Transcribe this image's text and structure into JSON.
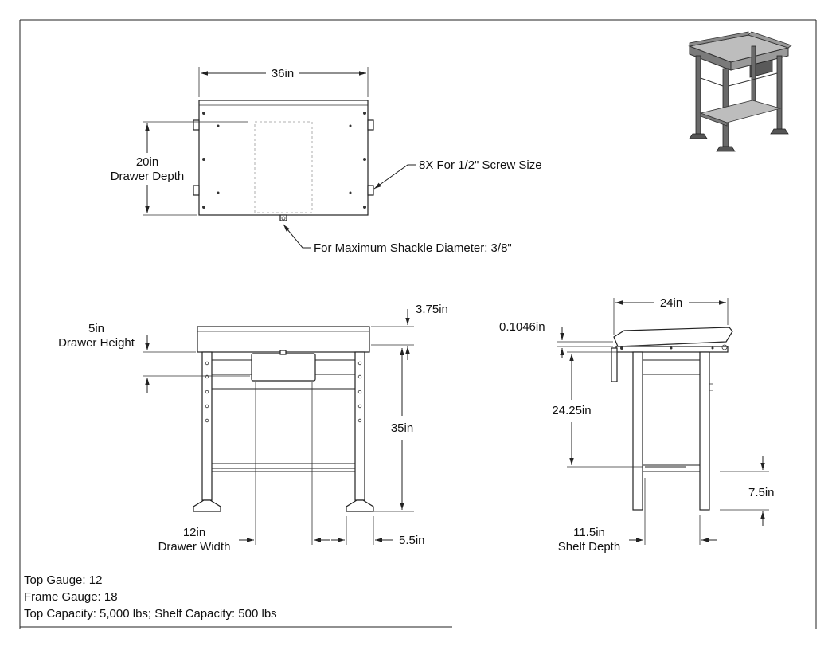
{
  "top_view": {
    "width_label": "36in",
    "depth_label": "20in",
    "depth_caption": "Drawer Depth",
    "screw_note": "8X For 1/2\" Screw Size",
    "shackle_note": "For Maximum Shackle Diameter: 3/8\""
  },
  "front_view": {
    "drawer_height_label": "5in",
    "drawer_height_caption": "Drawer Height",
    "top_thickness_label": "3.75in",
    "height_label": "35in",
    "drawer_width_label": "12in",
    "drawer_width_caption": "Drawer Width",
    "foot_label": "5.5in"
  },
  "side_view": {
    "depth_label": "24in",
    "gauge_label": "0.1046in",
    "shelf_height_label": "24.25in",
    "shelf_clearance_label": "7.5in",
    "shelf_depth_label": "11.5in",
    "shelf_depth_caption": "Shelf Depth"
  },
  "specs": {
    "top_gauge": "Top Gauge: 12",
    "frame_gauge": "Frame Gauge: 18",
    "capacity": "Top Capacity: 5,000 lbs; Shelf Capacity: 500 lbs"
  }
}
